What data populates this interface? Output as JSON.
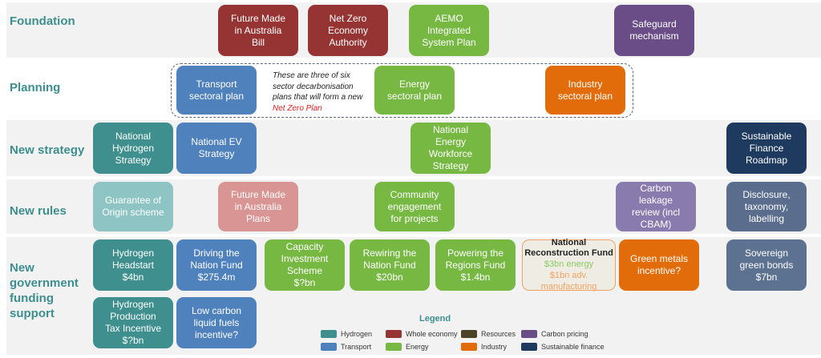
{
  "rows": {
    "foundation": "Foundation",
    "planning": "Planning",
    "strategy": "New strategy",
    "rules": "New rules",
    "funding": "New government funding support"
  },
  "colors": {
    "hydrogen": "#3f8f8f",
    "whole_economy": "#963434",
    "resources": "#4a4328",
    "carbon_pricing": "#6a4c86",
    "transport": "#4f81bd",
    "energy": "#77b843",
    "industry": "#e36c0a",
    "sustainable_finance": "#1f3a5f"
  },
  "boxes": {
    "fmia_bill": "Future Made\nin Australia\nBill",
    "nzea": "Net Zero\nEconomy\nAuthority",
    "aemo": "AEMO\nIntegrated\nSystem Plan",
    "safeguard": "Safeguard\nmechanism",
    "transport_plan": "Transport\nsectoral plan",
    "energy_plan": "Energy\nsectoral plan",
    "industry_plan": "Industry\nsectoral plan",
    "hydrogen_strategy": "National\nHydrogen\nStrategy",
    "ev_strategy": "National EV\nStrategy",
    "workforce": "National\nEnergy\nWorkforce\nStrategy",
    "sf_roadmap": "Sustainable\nFinance\nRoadmap",
    "goo": "Guarantee of\nOrigin scheme",
    "fmia_plans": "Future Made\nin Australia\nPlans",
    "community": "Community\nengagement\nfor projects",
    "leakage": "Carbon\nleakage\nreview (incl\nCBAM)",
    "disclosure": "Disclosure,\ntaxonomy,\nlabelling",
    "headstart": "Hydrogen\nHeadstart\n$4bn",
    "dnf": "Driving the\nNation Fund\n$275.4m",
    "cis": "Capacity\nInvestment\nScheme\n$?bn",
    "rewiring": "Rewiring the\nNation Fund\n$20bn",
    "powering": "Powering the\nRegions Fund\n$1.4bn",
    "green_metals": "Green metals\nincentive?",
    "sovereign": "Sovereign\ngreen bonds\n$7bn",
    "hptc": "Hydrogen\nProduction\nTax Incentive\n$?bn",
    "lclf": "Low carbon\nliquid fuels\nincentive?"
  },
  "nrf": {
    "title": "National\nReconstruction Fund",
    "energy": "$3bn energy",
    "manufacturing": "$1bn adv. manufacturing"
  },
  "note": {
    "text": "These are three of six sector decarbonisation plans that will form a new ",
    "highlight": "Net Zero Plan"
  },
  "legend": {
    "title": "Legend",
    "items": [
      "Hydrogen",
      "Transport",
      "Whole economy",
      "Energy",
      "Resources",
      "Industry",
      "Carbon pricing",
      "Sustainable finance"
    ]
  }
}
